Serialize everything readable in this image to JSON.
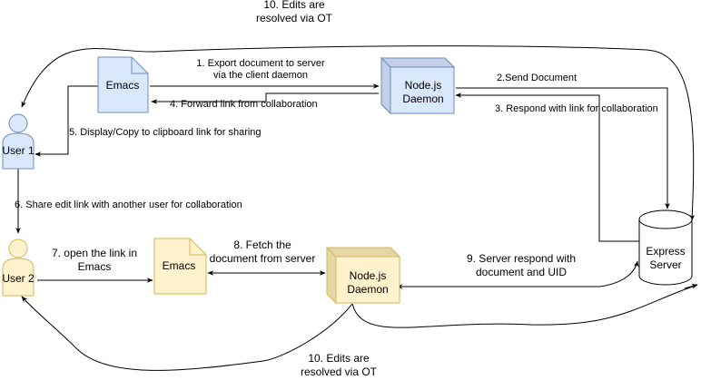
{
  "colors": {
    "blue_fill": "#dae8fc",
    "blue_stroke": "#6c8ebf",
    "yellow_fill": "#fff2cc",
    "yellow_stroke": "#d6b656",
    "cube_blue_shade": "#c3d0e6",
    "cube_yellow_shade": "#e4d6a5",
    "line": "#000000"
  },
  "nodes": {
    "user1": "User 1",
    "user2": "User 2",
    "emacs1": "Emacs",
    "emacs2": "Emacs",
    "daemon1": [
      "Node.js",
      "Daemon"
    ],
    "daemon2": [
      "Node.js",
      "Daemon"
    ],
    "server": [
      "Express",
      "Server"
    ]
  },
  "edges": {
    "e10_top": [
      "10. Edits are",
      "resolved via OT"
    ],
    "e1": [
      "1.  Export document to server",
      "via the client daemon"
    ],
    "e2": "2.Send Document",
    "e3": "3. Respond with link for collaboration",
    "e4": "4. Forward link from collaboration",
    "e5": "5. Display/Copy to clipboard link for sharing",
    "e6": "6. Share edit link with another user for collaboration",
    "e7": [
      "7. open the link in",
      "Emacs"
    ],
    "e8": [
      "8. Fetch the",
      "document from server"
    ],
    "e9": [
      "9. Server respond with",
      "document and UID"
    ],
    "e10_bottom": [
      "10. Edits are",
      "resolved via OT"
    ]
  }
}
